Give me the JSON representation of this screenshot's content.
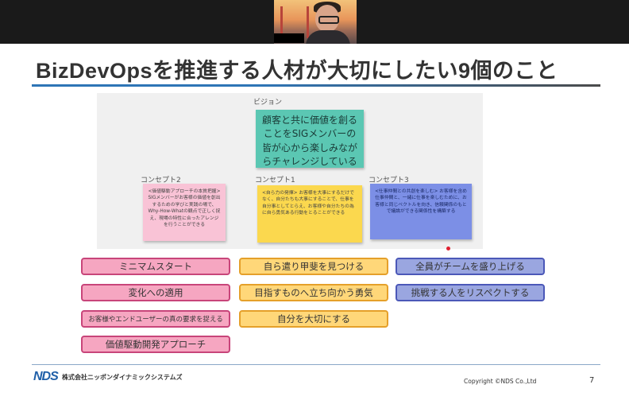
{
  "slide": {
    "title": "BizDevOpsを推進する人材が大切にしたい9個のこと",
    "labels": {
      "vision": "ビジョン",
      "concept2": "コンセプト2",
      "concept1": "コンセプト1",
      "concept3": "コンセプト3"
    },
    "vision_text": "顧客と共に価値を創ることをSIGメンバーの皆が心から楽しみながらチャレンジしている",
    "concept2_text": "<価値駆動アプローチの本質把握> SIGメンバーがお客様の価値を創出するための学びと実践の場で、Why-How-Whatの観点で正しく捉え、現場の特性に合ったアレンジを行うことができる",
    "concept1_text": "<自ら力の発揮> お客様を大事にするだけでなく、自分たちも大事にすることで、仕事を自分事としてとらえ、お客様や自分たちの為に自ら勇気ある行動をとることができる",
    "concept3_text": "<仕事仲間との共創を楽しむ> お客様を含め仕事仲間と、一緒に仕事を楽しむために、お客様と同じベクトルを向き、信頼関係のもとで議論ができる関係性を構築する",
    "pills": {
      "pink1": "ミニマムスタート",
      "pink2": "変化への適用",
      "pink3": "お客様やエンドユーザーの真の要求を捉える",
      "pink4": "価値駆動開発アプローチ",
      "yellow1": "自ら遣り甲斐を見つける",
      "yellow2": "目指すものへ立ち向かう勇気",
      "yellow3": "自分を大切にする",
      "blue1": "全員がチームを盛り上げる",
      "blue2": "挑戦する人をリスペクトする"
    },
    "footer": {
      "logo": "NDS",
      "company": "株式会社ニッポンダイナミックシステムズ",
      "copyright": "Copyright ©NDS Co.,Ltd",
      "page": "7"
    }
  },
  "colors": {
    "pink": "#f6a6c1",
    "yellow": "#ffd779",
    "blue": "#9aa6e0",
    "teal": "#5bc7b3",
    "title_line": "#2e75b6"
  }
}
